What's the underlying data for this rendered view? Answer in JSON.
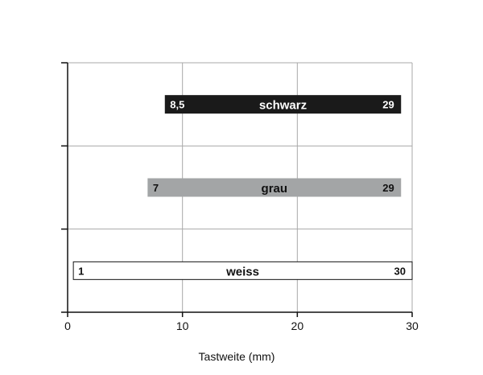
{
  "chart_data": {
    "type": "bar",
    "orientation": "horizontal",
    "bar_style": "floating-range",
    "title": "",
    "xlabel": "Tastweite (mm)",
    "ylabel": "",
    "xlim": [
      0,
      30
    ],
    "xticks": [
      0,
      10,
      20,
      30
    ],
    "grid": true,
    "categories": [
      "schwarz",
      "grau",
      "weiss"
    ],
    "series": [
      {
        "ranges": [
          {
            "category": "schwarz",
            "start": 8.5,
            "end": 29,
            "start_label": "8,5",
            "end_label": "29",
            "fill": "#1a1a1a",
            "text": "#ffffff",
            "border": "#1a1a1a"
          },
          {
            "category": "grau",
            "start": 7,
            "end": 29,
            "start_label": "7",
            "end_label": "29",
            "fill": "#a3a5a6",
            "text": "#111111",
            "border": "#a3a5a6"
          },
          {
            "category": "weiss",
            "start": 0.5,
            "end": 30,
            "start_label": "1",
            "end_label": "30",
            "fill": "#ffffff",
            "text": "#111111",
            "border": "#111111"
          }
        ]
      }
    ]
  }
}
